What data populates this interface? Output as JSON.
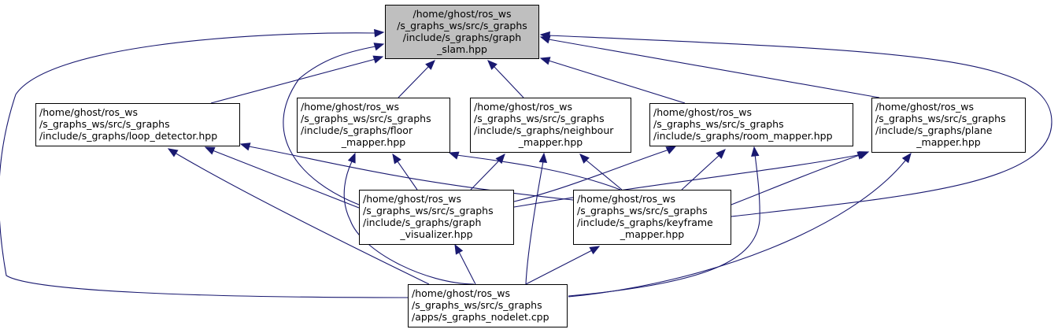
{
  "colors": {
    "edge": "#191970",
    "root_fill": "#bfbfbf",
    "node_fill": "#ffffff",
    "border": "#000000"
  },
  "nodes": {
    "graph_slam": {
      "lines": [
        "/home/ghost/ros_ws",
        "/s_graphs_ws/src/s_graphs",
        "/include/s_graphs/graph",
        "_slam.hpp"
      ]
    },
    "loop_detector": {
      "lines": [
        "/home/ghost/ros_ws",
        "/s_graphs_ws/src/s_graphs",
        "/include/s_graphs/loop_detector.hpp"
      ]
    },
    "floor_mapper": {
      "lines": [
        "/home/ghost/ros_ws",
        "/s_graphs_ws/src/s_graphs",
        "/include/s_graphs/floor",
        "_mapper.hpp"
      ]
    },
    "neighbour_mapper": {
      "lines": [
        "/home/ghost/ros_ws",
        "/s_graphs_ws/src/s_graphs",
        "/include/s_graphs/neighbour",
        "_mapper.hpp"
      ]
    },
    "room_mapper": {
      "lines": [
        "/home/ghost/ros_ws",
        "/s_graphs_ws/src/s_graphs",
        "/include/s_graphs/room_mapper.hpp"
      ]
    },
    "plane_mapper": {
      "lines": [
        "/home/ghost/ros_ws",
        "/s_graphs_ws/src/s_graphs",
        "/include/s_graphs/plane",
        "_mapper.hpp"
      ]
    },
    "graph_visualizer": {
      "lines": [
        "/home/ghost/ros_ws",
        "/s_graphs_ws/src/s_graphs",
        "/include/s_graphs/graph",
        "_visualizer.hpp"
      ]
    },
    "keyframe_mapper": {
      "lines": [
        "/home/ghost/ros_ws",
        "/s_graphs_ws/src/s_graphs",
        "/include/s_graphs/keyframe",
        "_mapper.hpp"
      ]
    },
    "nodelet": {
      "lines": [
        "/home/ghost/ros_ws",
        "/s_graphs_ws/src/s_graphs",
        "/apps/s_graphs_nodelet.cpp"
      ]
    }
  },
  "edges": [
    {
      "from": "loop_detector",
      "to": "graph_slam"
    },
    {
      "from": "floor_mapper",
      "to": "graph_slam"
    },
    {
      "from": "neighbour_mapper",
      "to": "graph_slam"
    },
    {
      "from": "room_mapper",
      "to": "graph_slam"
    },
    {
      "from": "plane_mapper",
      "to": "graph_slam"
    },
    {
      "from": "graph_visualizer",
      "to": "graph_slam"
    },
    {
      "from": "keyframe_mapper",
      "to": "graph_slam"
    },
    {
      "from": "nodelet",
      "to": "graph_slam"
    },
    {
      "from": "graph_visualizer",
      "to": "loop_detector"
    },
    {
      "from": "keyframe_mapper",
      "to": "loop_detector"
    },
    {
      "from": "nodelet",
      "to": "loop_detector"
    },
    {
      "from": "graph_visualizer",
      "to": "floor_mapper"
    },
    {
      "from": "keyframe_mapper",
      "to": "floor_mapper"
    },
    {
      "from": "nodelet",
      "to": "floor_mapper"
    },
    {
      "from": "graph_visualizer",
      "to": "neighbour_mapper"
    },
    {
      "from": "keyframe_mapper",
      "to": "neighbour_mapper"
    },
    {
      "from": "nodelet",
      "to": "neighbour_mapper"
    },
    {
      "from": "graph_visualizer",
      "to": "room_mapper"
    },
    {
      "from": "keyframe_mapper",
      "to": "room_mapper"
    },
    {
      "from": "nodelet",
      "to": "room_mapper"
    },
    {
      "from": "graph_visualizer",
      "to": "plane_mapper"
    },
    {
      "from": "keyframe_mapper",
      "to": "plane_mapper"
    },
    {
      "from": "nodelet",
      "to": "plane_mapper"
    },
    {
      "from": "nodelet",
      "to": "graph_visualizer"
    },
    {
      "from": "nodelet",
      "to": "keyframe_mapper"
    }
  ]
}
